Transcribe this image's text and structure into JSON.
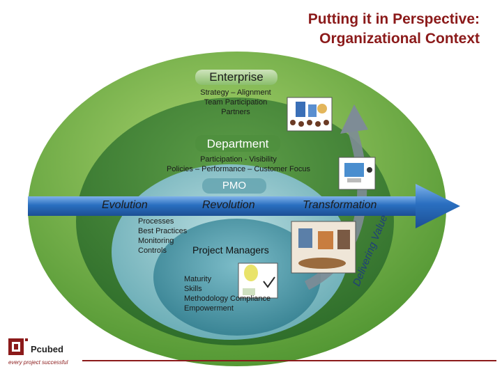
{
  "title": {
    "line1": "Putting it in Perspective:",
    "line2": "Organizational Context"
  },
  "enterprise": {
    "label": "Enterprise",
    "items": [
      "Strategy – Alignment",
      "Team Participation",
      "Partners"
    ]
  },
  "department": {
    "label": "Department",
    "items": [
      "Participation - Visibility",
      "Policies – Performance – Customer Focus"
    ]
  },
  "pmo": {
    "label": "PMO",
    "items": [
      "Processes",
      "Best Practices",
      "Monitoring",
      "Controls"
    ]
  },
  "flow": {
    "evolution": "Evolution",
    "revolution": "Revolution",
    "transformation": "Transformation"
  },
  "core": {
    "label": "Project Managers",
    "items": [
      "Maturity",
      "Skills",
      "Methodology Compliance",
      "Empowerment"
    ]
  },
  "value_label": "Delivering Value",
  "logo": {
    "name": "Pcubed",
    "tagline": "every project successful"
  },
  "colors": {
    "title": "#8b1a1a",
    "enterprise": "#5a9e3a",
    "department": "#3e7d37",
    "pmo": "#7bbcc4",
    "core": "#3f8fa0",
    "arrow": "#2e74c4"
  }
}
